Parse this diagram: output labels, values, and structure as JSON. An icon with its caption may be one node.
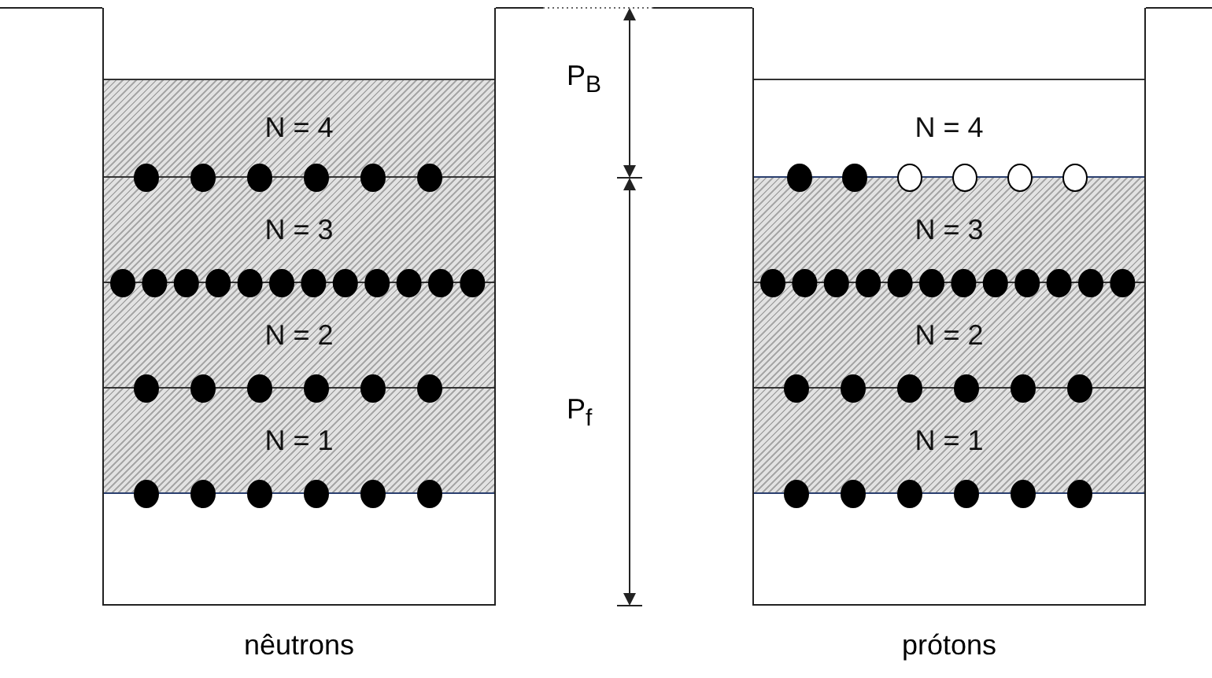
{
  "diagram": {
    "nodes": [
      {
        "text": [],
        "shape": "box",
        "beside": [
          "nêutrons"
        ]
      },
      {
        "text": [
          "N = 4"
        ],
        "in": 0
      },
      {
        "text": [
          "N = 3"
        ],
        "in": 0
      },
      {
        "text": [
          "N = 2"
        ],
        "in": 0
      },
      {
        "text": [
          "N = 1"
        ],
        "in": 0
      },
      {
        "text": [],
        "shape": "box",
        "beside": [
          "prótons"
        ]
      },
      {
        "text": [
          "N = 4"
        ],
        "in": 5
      },
      {
        "text": [
          "N = 3"
        ],
        "in": 5
      },
      {
        "text": [
          "N = 2"
        ],
        "in": 5
      },
      {
        "text": [
          "N = 1"
        ],
        "in": 5
      }
    ],
    "edges": [],
    "labels": [
      "P$_{B}$",
      "P$_{f}$"
    ]
  }
}
